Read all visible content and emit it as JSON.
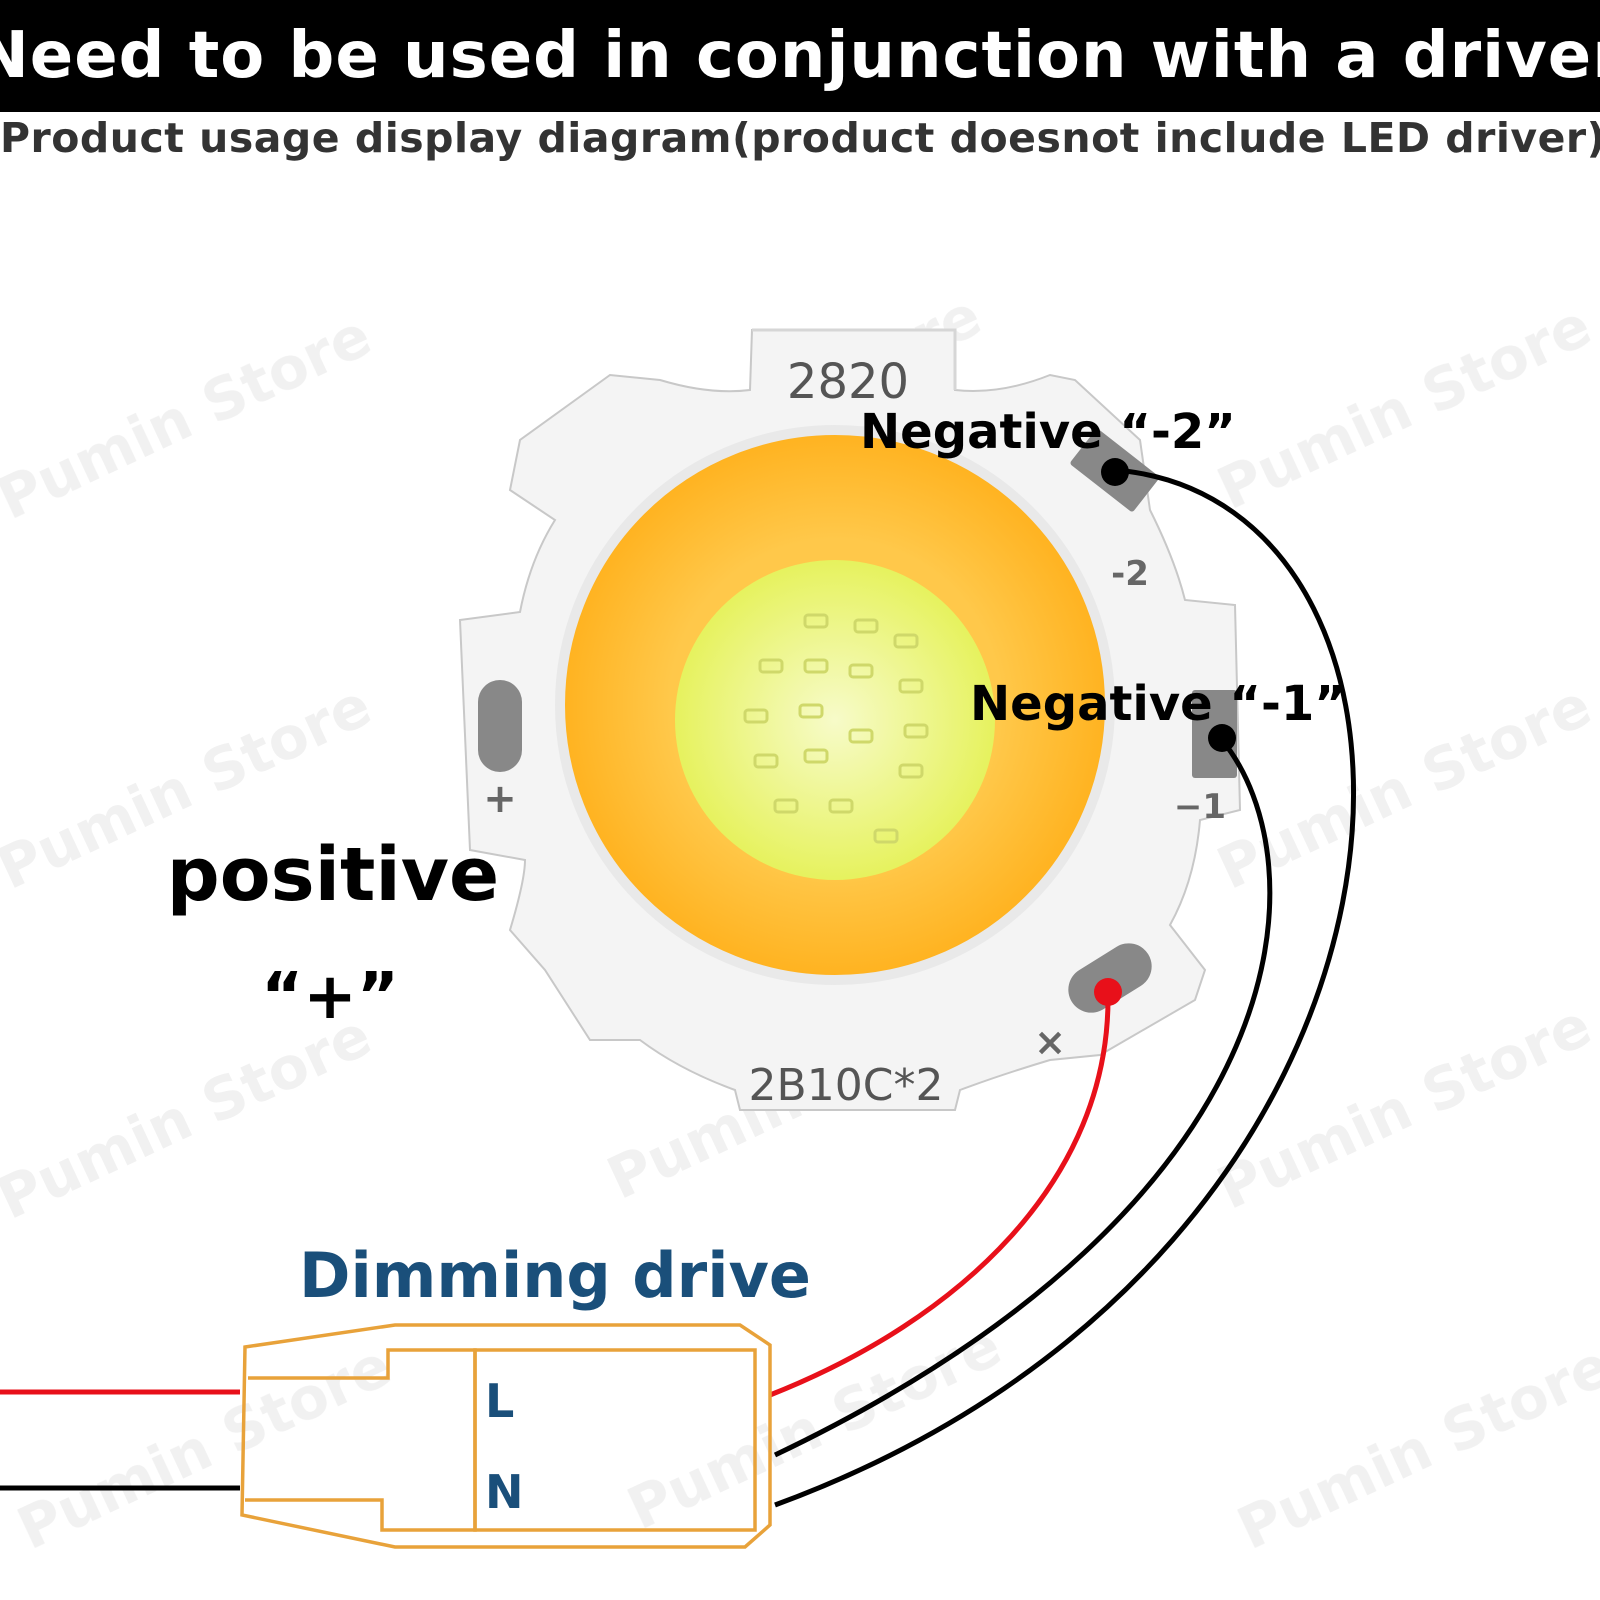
{
  "header": {
    "title": "Need to be used in conjunction with a driver",
    "subtitle": "Product usage display diagram(product doesnot include LED driver)"
  },
  "board": {
    "top_code": "2820",
    "bottom_code": "2B10C*2",
    "pad_minus2_mark": "-2",
    "pad_minus1_mark": "−1",
    "pad_plus_mark": "+",
    "pad_x_mark": "×"
  },
  "labels": {
    "negative2": "Negative “-2”",
    "negative1": "Negative “-1”",
    "positive": "positive",
    "positive_symbol": "“+”"
  },
  "driver": {
    "title": "Dimming drive",
    "terminal_l": "L",
    "terminal_n": "N"
  },
  "watermark": "Pumin Store",
  "colors": {
    "outline": "#e8a23a",
    "driver_title": "#1a4f7a",
    "red_wire": "#e8101a",
    "black_wire": "#000000",
    "yellow_ring": "#ffbc2e",
    "white_center": "#ecf78a"
  }
}
